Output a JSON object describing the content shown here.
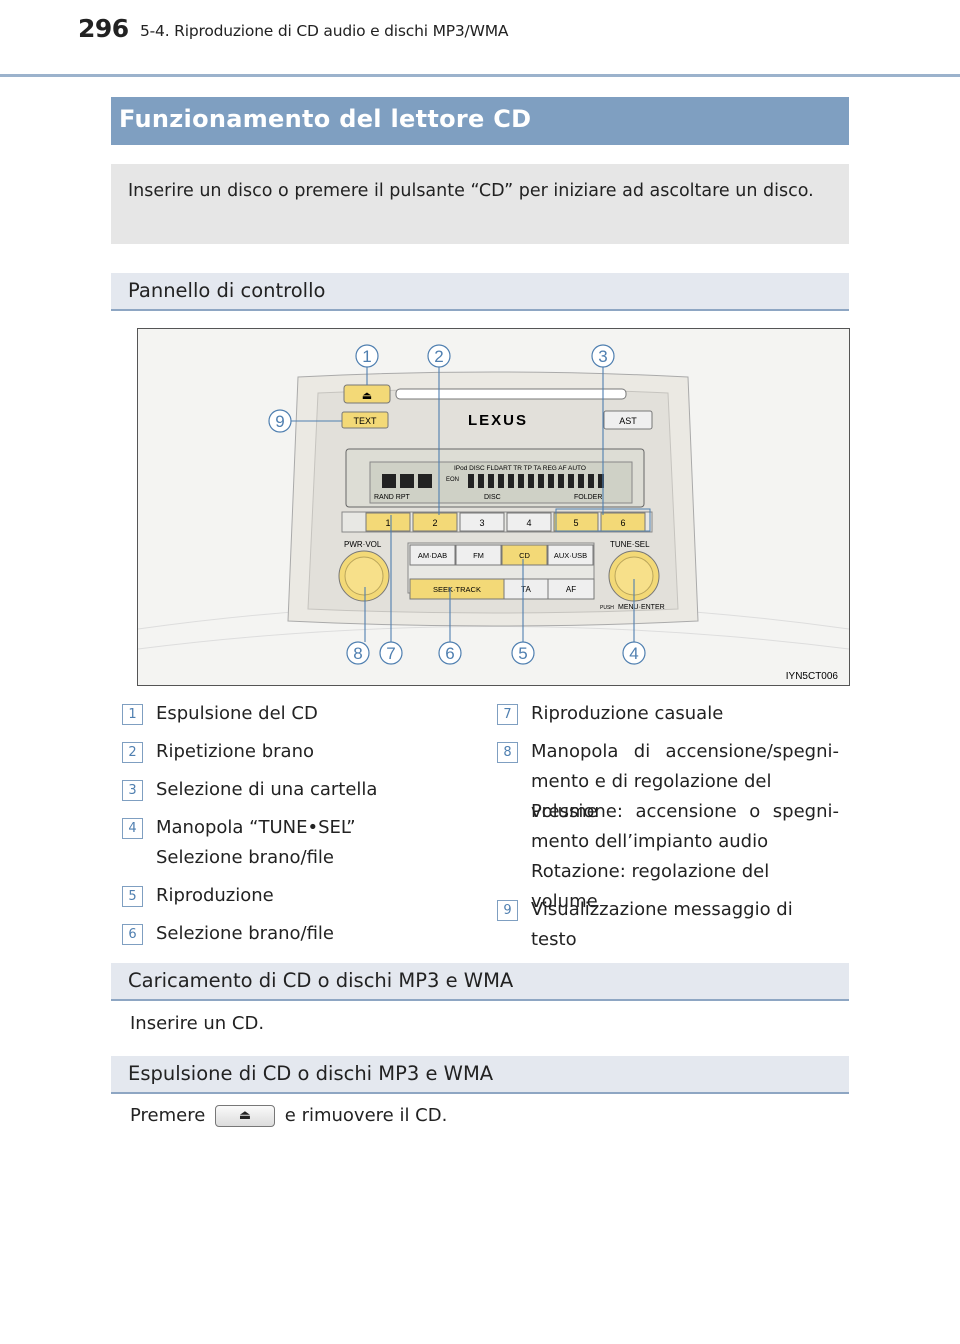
{
  "header": {
    "page_number": "296",
    "running_title": "5-4. Riproduzione di CD audio e dischi MP3/WMA"
  },
  "section": {
    "title": "Funzionamento del lettore CD",
    "intro": "Inserire un disco o premere il pulsante “CD” per iniziare ad ascoltare un disco."
  },
  "panel": {
    "heading": "Pannello di controllo",
    "figure_code": "IYN5CT006",
    "callouts": [
      "1",
      "2",
      "3",
      "4",
      "5",
      "6",
      "7",
      "8",
      "9"
    ],
    "unit": {
      "brand": "LEXUS",
      "eject_symbol": "⏏",
      "text_button": "TEXT",
      "ast_button": "AST",
      "display_top": "IPod DISC   FLDART TR      TP TA REG AF AUTO",
      "display_eon": "EON",
      "display_bottom_left": "RAND  RPT",
      "display_bottom_mid": "DISC",
      "display_bottom_right": "FOLDER",
      "presets": [
        "1",
        "2",
        "3",
        "4",
        "5",
        "6"
      ],
      "source_buttons": [
        "AM·DAB",
        "FM",
        "CD",
        "AUX·USB"
      ],
      "seek_button": "SEEK·TRACK",
      "ta_button": "TA",
      "af_button": "AF",
      "pwr_label": "PWR·VOL",
      "tune_label": "TUNE·SEL",
      "push_label": "PUSH",
      "menu_label": "MENU·ENTER"
    },
    "items_left": [
      {
        "n": "1",
        "lines": [
          "Espulsione del CD"
        ]
      },
      {
        "n": "2",
        "lines": [
          "Ripetizione brano"
        ]
      },
      {
        "n": "3",
        "lines": [
          "Selezione di una cartella"
        ]
      },
      {
        "n": "4",
        "lines": [
          "Manopola “TUNE•SEL”",
          "Selezione brano/file"
        ]
      },
      {
        "n": "5",
        "lines": [
          "Riproduzione"
        ]
      },
      {
        "n": "6",
        "lines": [
          "Selezione brano/file"
        ]
      }
    ],
    "items_right": [
      {
        "n": "7",
        "lines": [
          "Riproduzione casuale"
        ]
      },
      {
        "n": "8",
        "lines": [
          "Manopola di accensione/spegni-",
          "mento e di regolazione del volume",
          "Pressione: accensione o spegni-",
          "mento dell’impianto audio",
          "Rotazione: regolazione del volume"
        ]
      },
      {
        "n": "9",
        "lines": [
          "Visualizzazione messaggio di testo"
        ]
      }
    ]
  },
  "loading": {
    "heading": "Caricamento di CD o dischi MP3 e WMA",
    "text": "Inserire un CD."
  },
  "ejecting": {
    "heading": "Espulsione di CD o dischi MP3 e WMA",
    "text_before": "Premere",
    "button_symbol": "⏏",
    "text_after": "e rimuovere il CD."
  },
  "colors": {
    "band_blue": "#7f9fc1",
    "subhead_bg": "#e4e8ef",
    "callout_blue": "#4f7fb0",
    "button_yellow": "#f3d977"
  }
}
